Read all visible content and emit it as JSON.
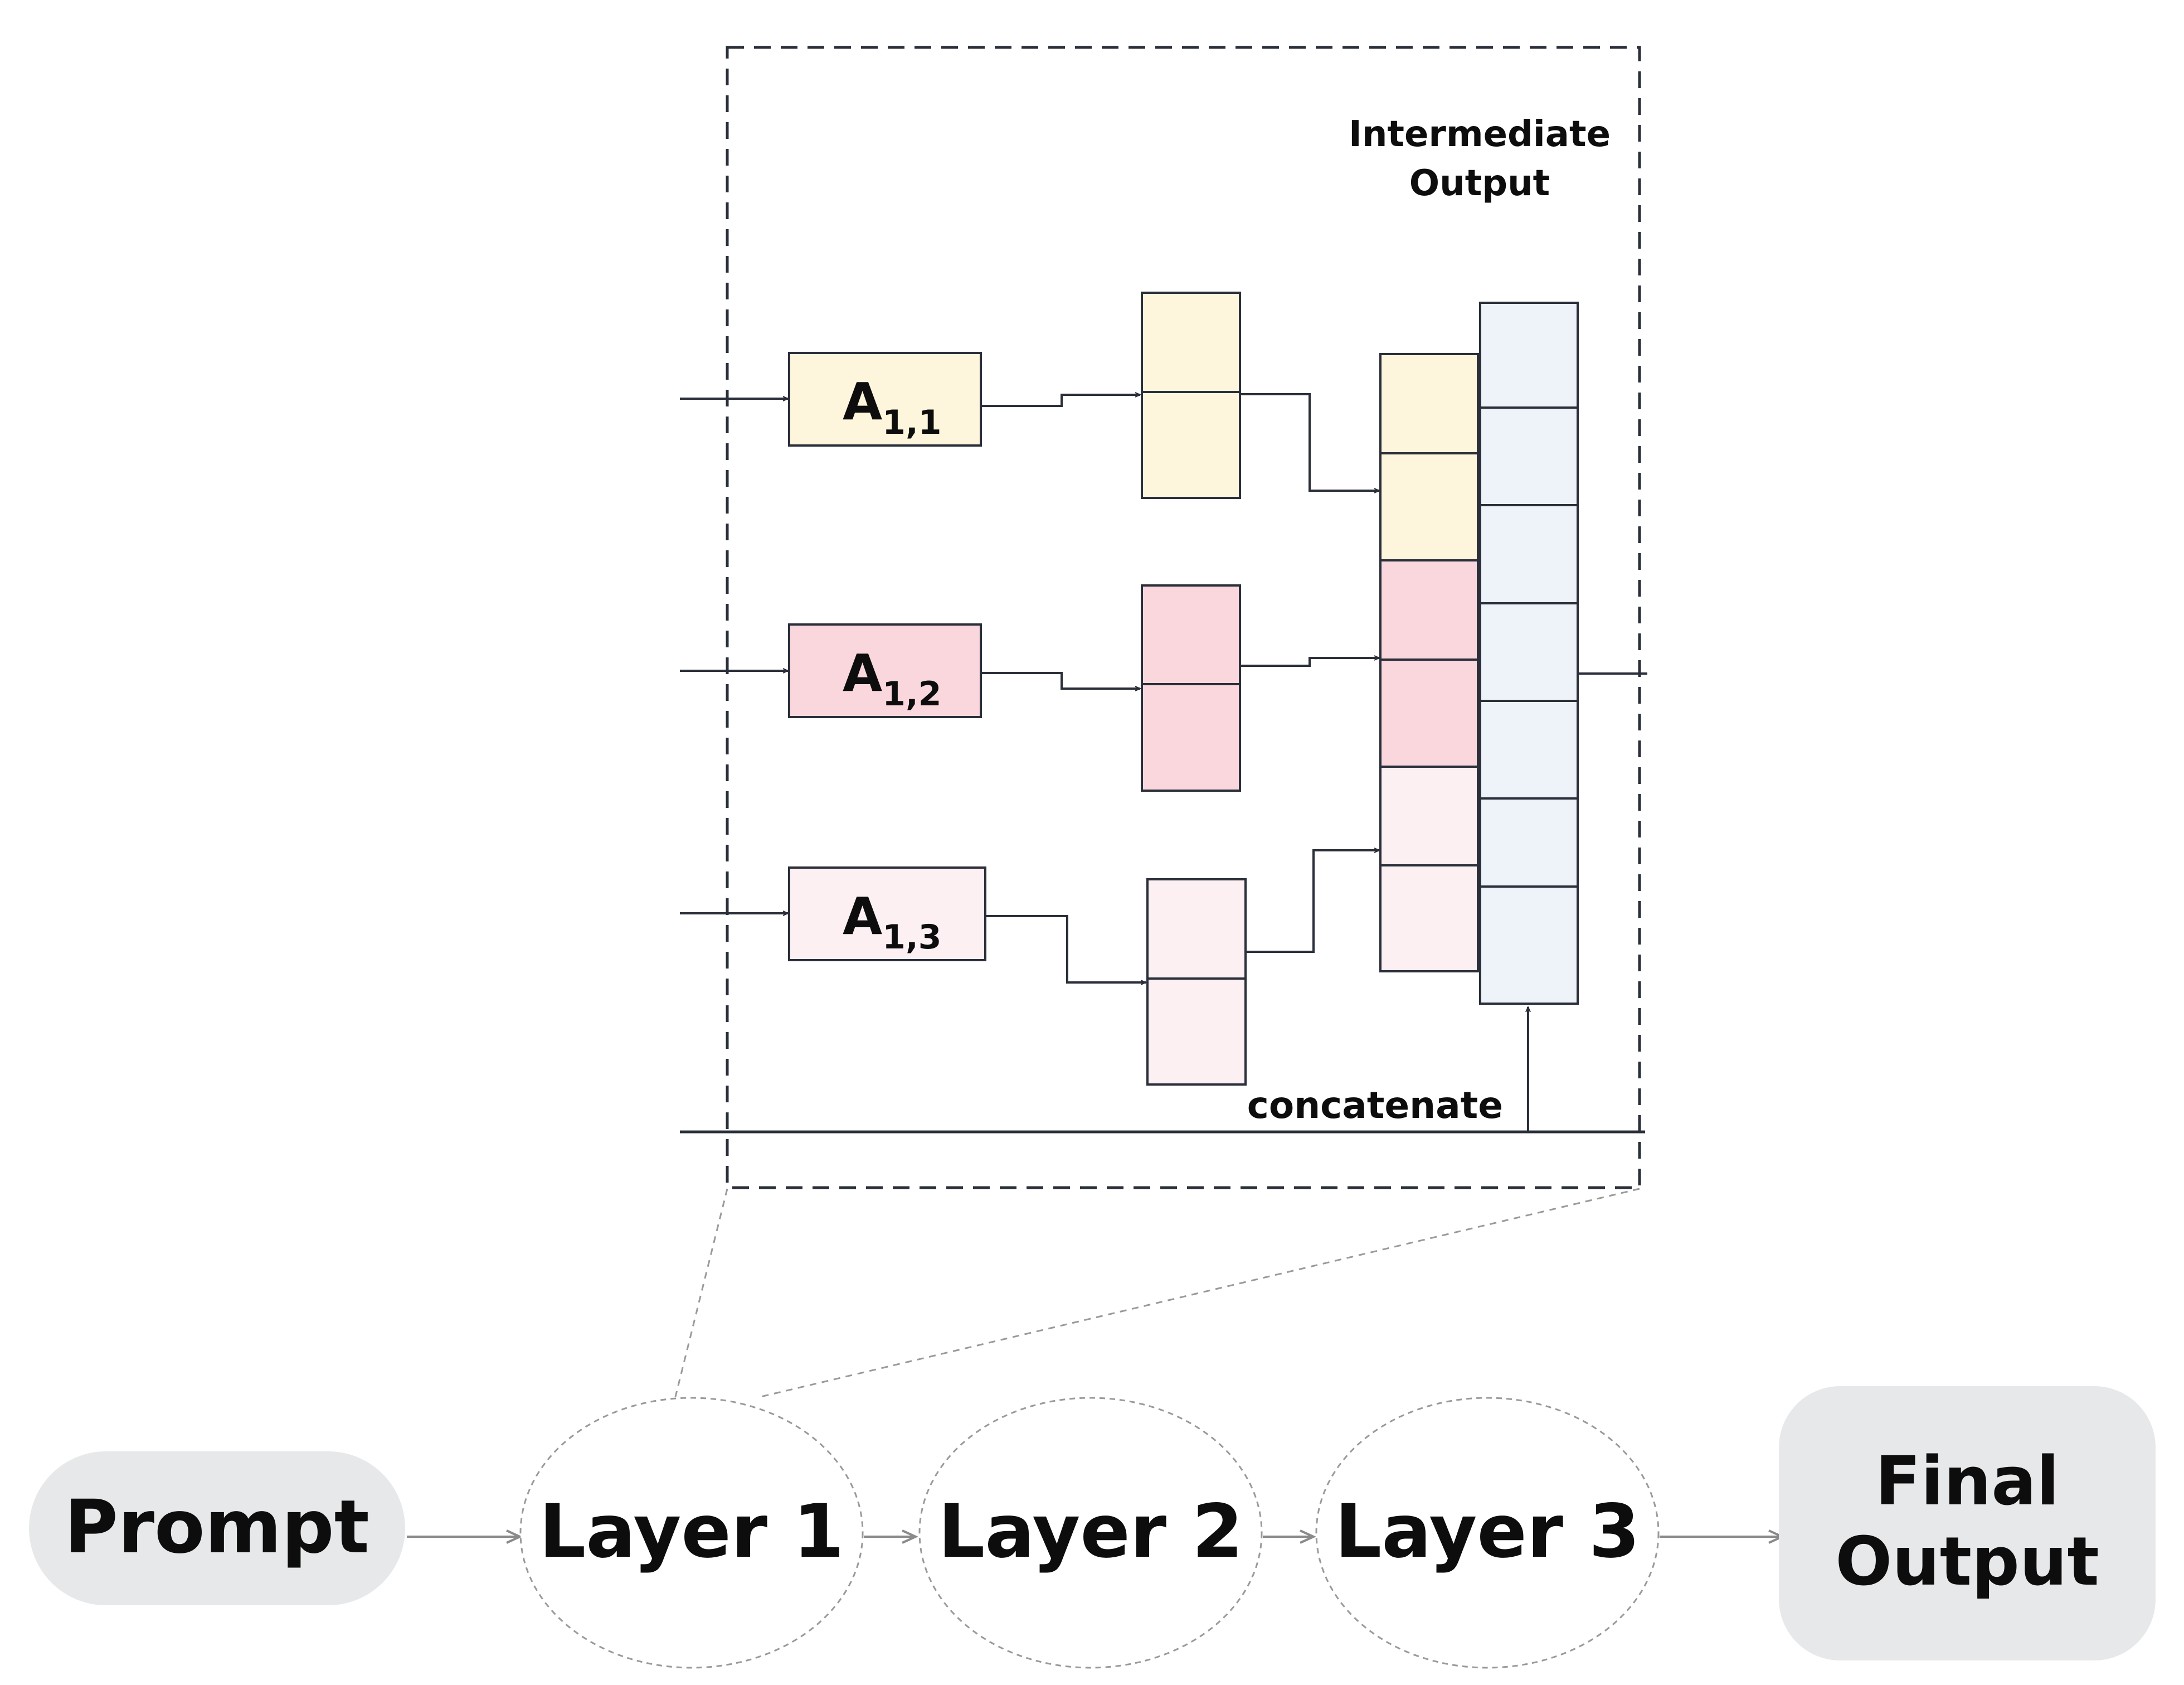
{
  "zoom_panel": {
    "title_line1": "Intermediate",
    "title_line2": "Output",
    "concatenate_label": "concatenate",
    "attention_blocks": [
      {
        "letter": "A",
        "subscript": "1,1",
        "color": "#fdf5dc"
      },
      {
        "letter": "A",
        "subscript": "1,2",
        "color": "#f9d7dc"
      },
      {
        "letter": "A",
        "subscript": "1,3",
        "color": "#fcf0f3"
      }
    ],
    "output_color": "#eef3fa"
  },
  "pipeline": {
    "prompt": "Prompt",
    "layers": [
      "Layer 1",
      "Layer 2",
      "Layer 3"
    ],
    "final_line1": "Final",
    "final_line2": "Output"
  },
  "colors": {
    "stroke": "#2a2f3a",
    "pill_fill": "#e7e8ea",
    "dashed": "#9a9a9a"
  }
}
